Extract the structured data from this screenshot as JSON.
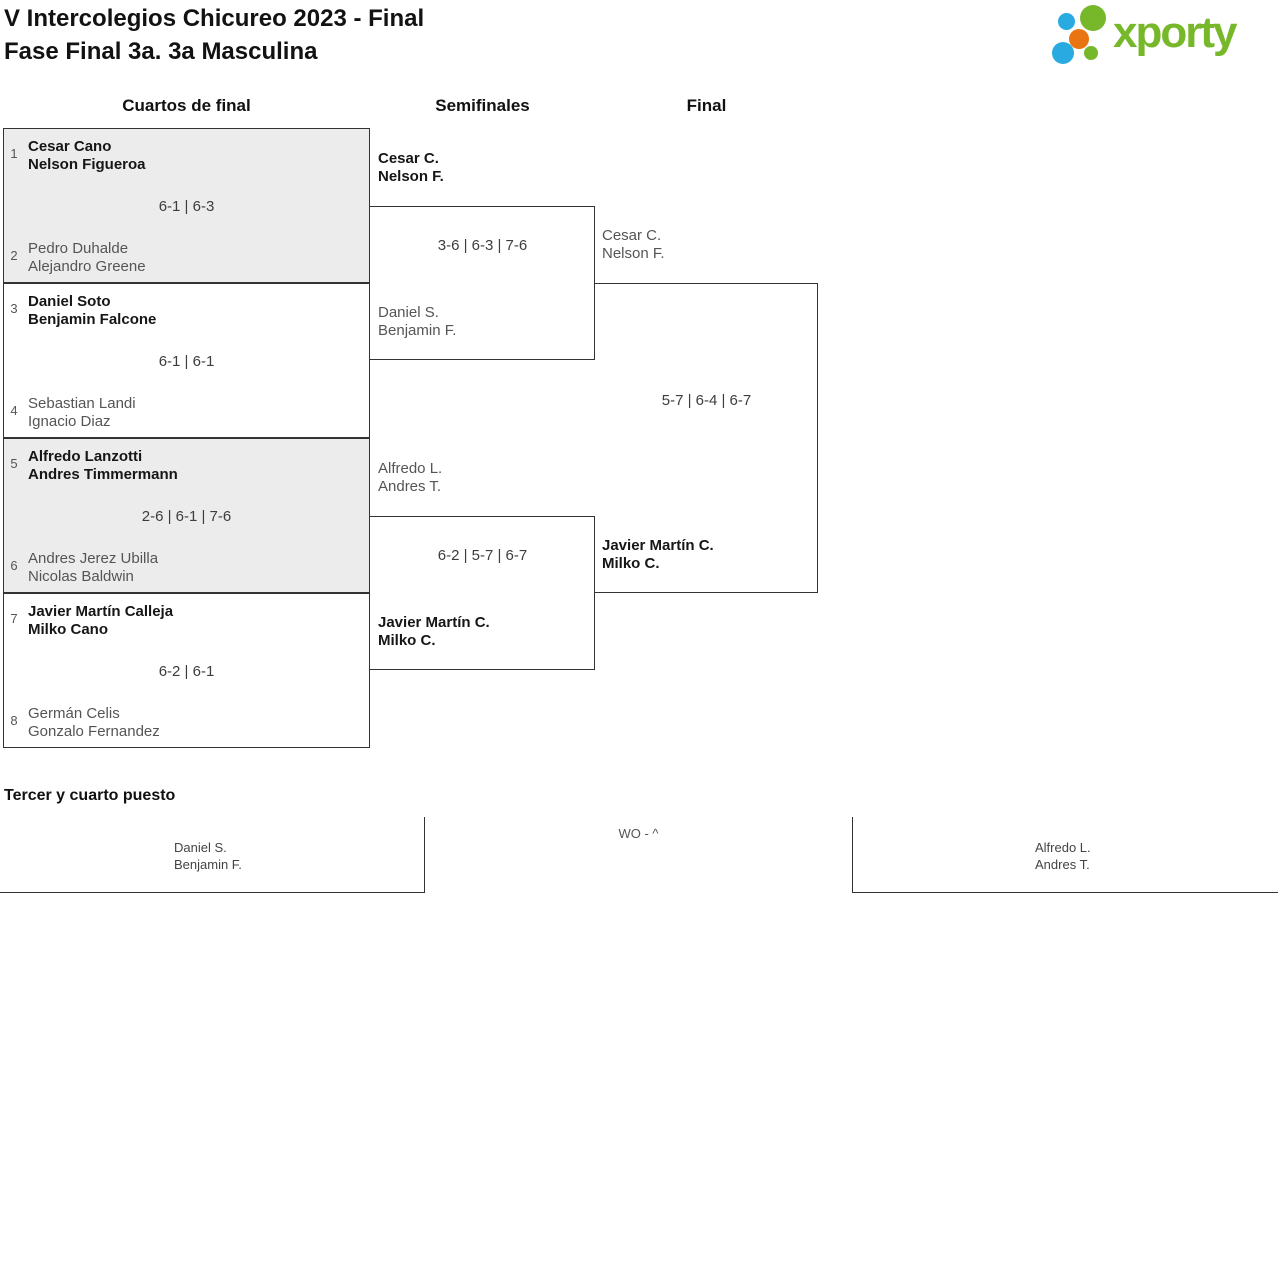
{
  "header": {
    "title_line1": "V Intercolegios Chicureo 2023 - Final",
    "title_line2": "Fase Final 3a. 3a Masculina",
    "logo_text": "xporty",
    "logo_colors": {
      "green": "#76b82a",
      "blue": "#29abe2",
      "orange": "#e87511"
    }
  },
  "columns": {
    "quarterfinals": "Cuartos de final",
    "semifinals": "Semifinales",
    "final": "Final"
  },
  "quarterfinals": [
    {
      "seed1": "1",
      "team1": [
        "Cesar Cano",
        "Nelson Figueroa"
      ],
      "score": "6-1 | 6-3",
      "winner": "team1",
      "seed2": "2",
      "team2": [
        "Pedro Duhalde",
        "Alejandro Greene"
      ]
    },
    {
      "seed1": "3",
      "team1": [
        "Daniel Soto",
        "Benjamin Falcone"
      ],
      "score": "6-1 | 6-1",
      "winner": "team1",
      "seed2": "4",
      "team2": [
        "Sebastian Landi",
        "Ignacio Diaz"
      ]
    },
    {
      "seed1": "5",
      "team1": [
        "Alfredo Lanzotti",
        "Andres Timmermann"
      ],
      "score": "2-6 | 6-1 | 7-6",
      "winner": "team1",
      "seed2": "6",
      "team2": [
        "Andres Jerez Ubilla",
        "Nicolas Baldwin"
      ]
    },
    {
      "seed1": "7",
      "team1": [
        "Javier Martín Calleja",
        "Milko Cano"
      ],
      "score": "6-2 | 6-1",
      "winner": "team1",
      "seed2": "8",
      "team2": [
        "Germán Celis",
        "Gonzalo Fernandez"
      ]
    }
  ],
  "semifinals": [
    {
      "team1": [
        "Cesar C.",
        "Nelson F."
      ],
      "score": "3-6 | 6-3 | 7-6",
      "winner": "team1",
      "team2": [
        "Daniel S.",
        "Benjamin F."
      ]
    },
    {
      "team1": [
        "Alfredo L.",
        "Andres T."
      ],
      "score": "6-2 | 5-7 | 6-7",
      "winner": "team2",
      "team2": [
        "Javier Martín C.",
        "Milko C."
      ]
    }
  ],
  "final": {
    "team1": [
      "Cesar C.",
      "Nelson F."
    ],
    "score": "5-7 | 6-4 | 6-7",
    "winner": "team2",
    "team2": [
      "Javier Martín C.",
      "Milko C."
    ]
  },
  "third_place": {
    "title": "Tercer y cuarto puesto",
    "team1": [
      "Daniel S.",
      "Benjamin F."
    ],
    "score": "WO - ^",
    "team2": [
      "Alfredo L.",
      "Andres T."
    ]
  }
}
